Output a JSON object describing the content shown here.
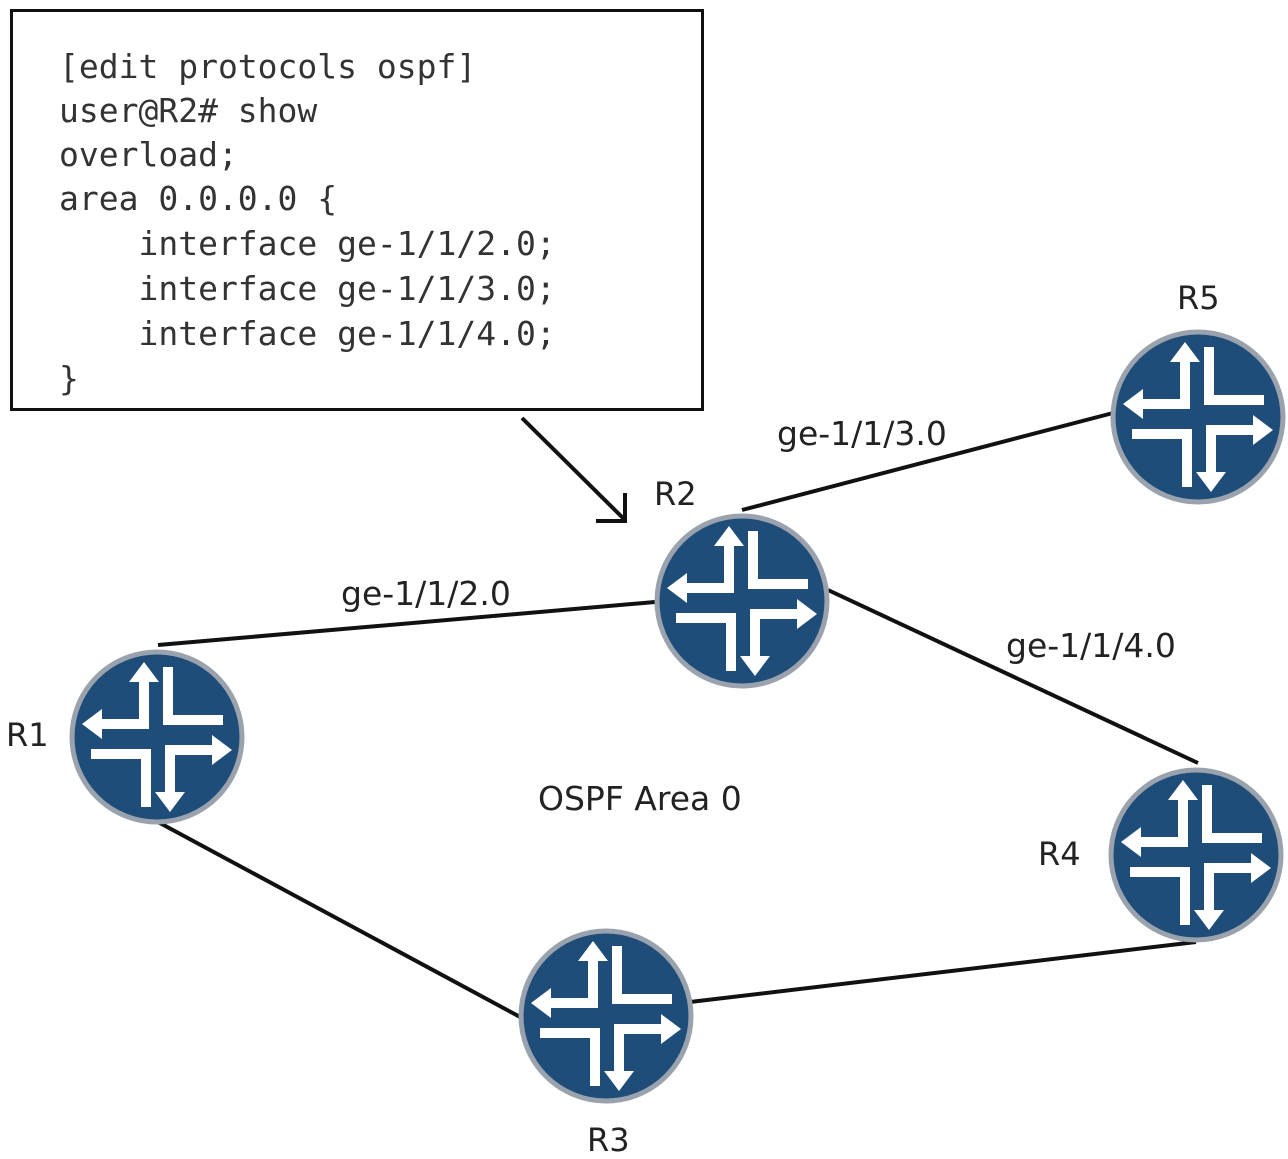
{
  "config": {
    "lines": [
      "[edit protocols ospf]",
      "user@R2# show",
      "overload;",
      "area 0.0.0.0 {",
      "    interface ge-1/1/2.0;",
      "    interface ge-1/1/3.0;",
      "    interface ge-1/1/4.0;",
      "}"
    ]
  },
  "routers": {
    "r1": {
      "label": "R1",
      "icon": "router-icon"
    },
    "r2": {
      "label": "R2",
      "icon": "router-icon"
    },
    "r3": {
      "label": "R3",
      "icon": "router-icon"
    },
    "r4": {
      "label": "R4",
      "icon": "router-icon"
    },
    "r5": {
      "label": "R5",
      "icon": "router-icon"
    }
  },
  "links": {
    "r1_r2": "ge-1/1/2.0",
    "r2_r5": "ge-1/1/3.0",
    "r2_r4": "ge-1/1/4.0"
  },
  "area_label": "OSPF Area 0",
  "colors": {
    "router_fill": "#1f4d7a",
    "router_ring": "#9aa3ad",
    "arrow": "#ffffff",
    "line": "#111111",
    "text": "#222222"
  }
}
